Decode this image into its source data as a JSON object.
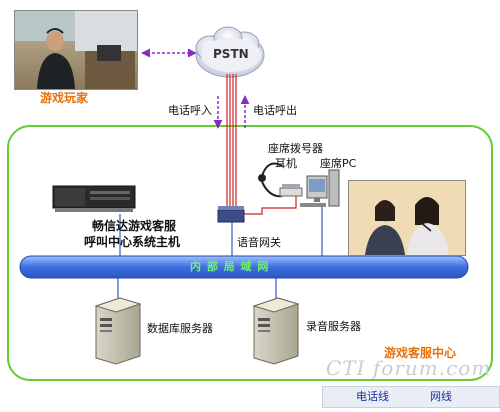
{
  "labels": {
    "player": "游戏玩家",
    "pstn": "PSTN",
    "call_in": "电话呼入",
    "call_out": "电话呼出",
    "agent_dialer": "座席拨号器",
    "headset": "耳机",
    "agent_pc": "座席PC",
    "host_line1": "畅信达游戏客服",
    "host_line2": "呼叫中心系统主机",
    "voice_gateway": "语音网关",
    "lan": "内 部 局 域 网",
    "db_server": "数据库服务器",
    "rec_server": "录音服务器",
    "service_center": "游戏客服中心",
    "watermark": "CTI forum.com"
  },
  "legend": {
    "phone_line": "电话线",
    "network_line": "网线"
  },
  "colors": {
    "phone_line": "#cc2222",
    "network_line": "#2a5fcf",
    "center_border": "#66cc33",
    "lan_bar": "#4a7fe0",
    "arrow": "#8a2bc4",
    "label_orange": "#e8720c"
  }
}
